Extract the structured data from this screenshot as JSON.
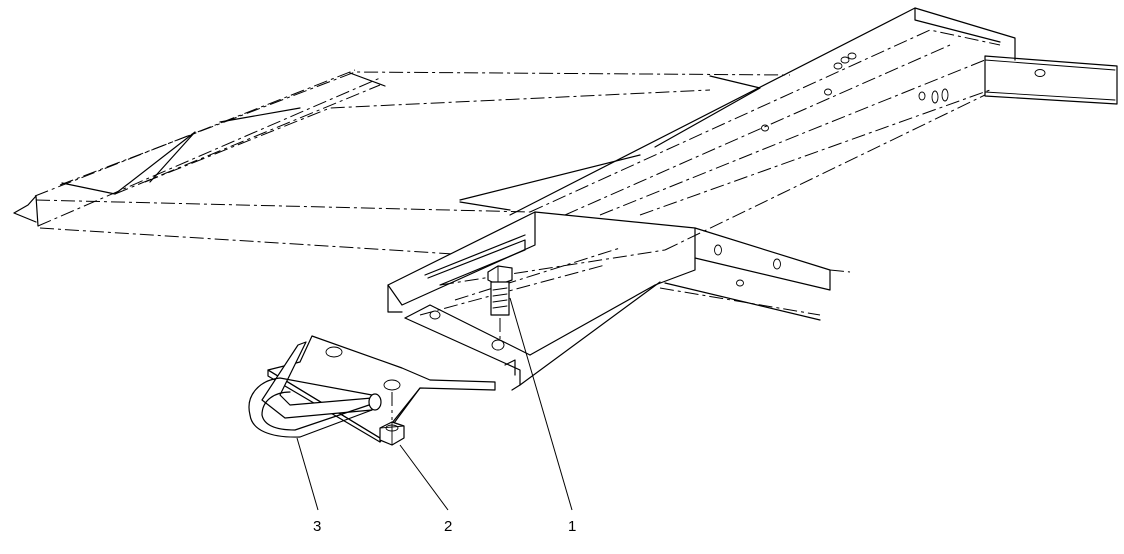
{
  "callouts": [
    {
      "id": "callout-1",
      "label": "1"
    },
    {
      "id": "callout-2",
      "label": "2"
    },
    {
      "id": "callout-3",
      "label": "3"
    }
  ]
}
